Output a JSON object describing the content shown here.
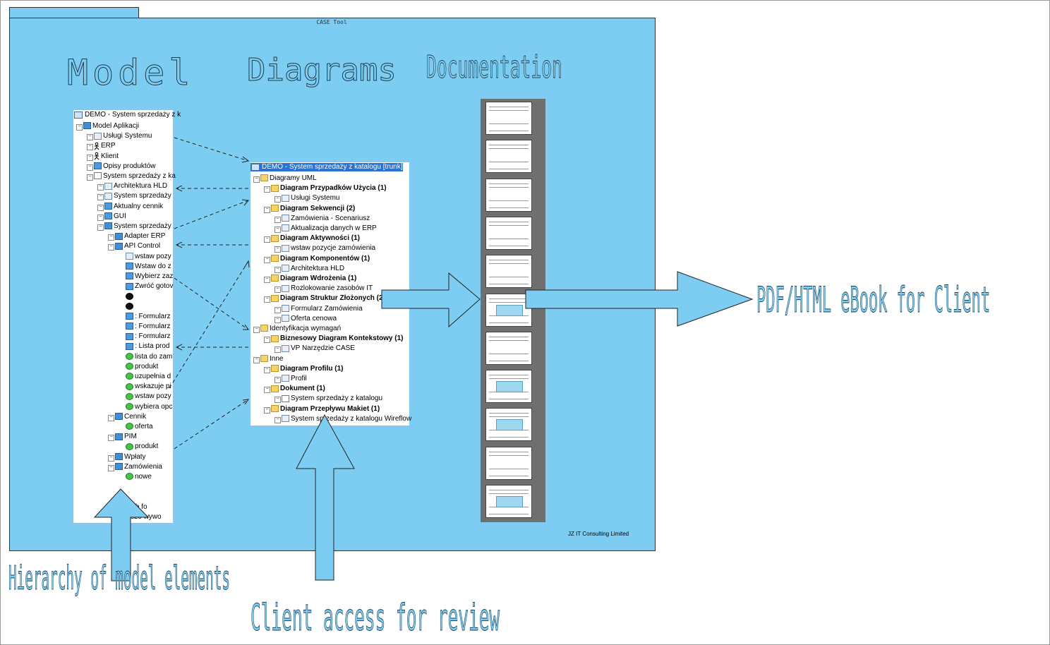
{
  "package": {
    "name": "CASE Tool",
    "footer": "JZ IT Consulting Limited"
  },
  "headings": {
    "model": "Model",
    "diagrams": "Diagrams",
    "documentation": "Documentation"
  },
  "callouts": {
    "hierarchy": "Hierarchy of model elements",
    "client_access": "Client access for review",
    "ebook": "PDF/HTML eBook for Client"
  },
  "model_tree": {
    "title": "DEMO - System sprzedaży z k",
    "nodes": [
      {
        "t": "Model Aplikacji",
        "d": 1,
        "i": "pkg"
      },
      {
        "t": "Usługi Systemu",
        "d": 2,
        "i": "diag"
      },
      {
        "t": "ERP",
        "d": 2,
        "i": "actor"
      },
      {
        "t": "Klient",
        "d": 2,
        "i": "actor"
      },
      {
        "t": "Opisy produktów",
        "d": 2,
        "i": "class"
      },
      {
        "t": "System sprzedaży z ka",
        "d": 2,
        "i": "doc"
      },
      {
        "t": "Architektura HLD",
        "d": 3,
        "i": "diag"
      },
      {
        "t": "System sprzedaży",
        "d": 3,
        "i": "diag"
      },
      {
        "t": "Aktualny cennik",
        "d": 3,
        "i": "class"
      },
      {
        "t": "GUI",
        "d": 3,
        "i": "class"
      },
      {
        "t": "System sprzedaży",
        "d": 3,
        "i": "pkg"
      },
      {
        "t": "Adapter ERP",
        "d": 4,
        "i": "pkg"
      },
      {
        "t": "API Control",
        "d": 4,
        "i": "pkg"
      },
      {
        "t": "wstaw pozy",
        "d": 5,
        "i": "diag"
      },
      {
        "t": "Wstaw do z",
        "d": 5,
        "i": "class"
      },
      {
        "t": "Wybierz zaz",
        "d": 5,
        "i": "class"
      },
      {
        "t": "Zwróć gotov",
        "d": 5,
        "i": "class"
      },
      {
        "t": "",
        "d": 5,
        "i": "dot"
      },
      {
        "t": "",
        "d": 5,
        "i": "dot"
      },
      {
        "t": ": Formularz",
        "d": 5,
        "i": "class"
      },
      {
        "t": ": Formularz",
        "d": 5,
        "i": "class"
      },
      {
        "t": ": Formularz",
        "d": 5,
        "i": "class"
      },
      {
        "t": ": Lista prod",
        "d": 5,
        "i": "class"
      },
      {
        "t": "lista do zam",
        "d": 5,
        "i": "green"
      },
      {
        "t": "produkt",
        "d": 5,
        "i": "green"
      },
      {
        "t": "uzupełnia d",
        "d": 5,
        "i": "green"
      },
      {
        "t": "wskazuje pi",
        "d": 5,
        "i": "green"
      },
      {
        "t": "wstaw pozy",
        "d": 5,
        "i": "green"
      },
      {
        "t": "wybiera opc",
        "d": 5,
        "i": "green"
      },
      {
        "t": "Cennik",
        "d": 4,
        "i": "pkg"
      },
      {
        "t": "oferta",
        "d": 5,
        "i": "green"
      },
      {
        "t": "PIM",
        "d": 4,
        "i": "pkg"
      },
      {
        "t": "produkt",
        "d": 5,
        "i": "green"
      },
      {
        "t": "Wpłaty",
        "d": 4,
        "i": "pkg"
      },
      {
        "t": "Zamówienia",
        "d": 4,
        "i": "pkg"
      },
      {
        "t": "nowe",
        "d": 5,
        "i": "green"
      },
      {
        "t": "",
        "d": 4,
        "i": "none"
      },
      {
        "t": "",
        "d": 4,
        "i": "none"
      },
      {
        "t": "plik (lub fo",
        "d": 4,
        "i": "none"
      },
      {
        "t": "andusze wywo",
        "d": 4,
        "i": "none"
      }
    ]
  },
  "diagram_tree": {
    "title": "DEMO - System sprzedaży z katalogu [trunk]",
    "nodes": [
      {
        "t": "Diagramy UML",
        "d": 1,
        "i": "folder",
        "b": false
      },
      {
        "t": "Diagram Przypadków Użycia (1)",
        "d": 2,
        "i": "folder",
        "b": true
      },
      {
        "t": "Usługi Systemu",
        "d": 3,
        "i": "diag",
        "b": false
      },
      {
        "t": "Diagram Sekwencji (2)",
        "d": 2,
        "i": "folder",
        "b": true
      },
      {
        "t": "Zamówienia - Scenariusz",
        "d": 3,
        "i": "diag",
        "b": false
      },
      {
        "t": "Aktualizacja danych w ERP",
        "d": 3,
        "i": "diag",
        "b": false
      },
      {
        "t": "Diagram Aktywności  (1)",
        "d": 2,
        "i": "folder",
        "b": true
      },
      {
        "t": "wstaw pozycje zamówienia",
        "d": 3,
        "i": "diag",
        "b": false
      },
      {
        "t": "Diagram Komponentów (1)",
        "d": 2,
        "i": "folder",
        "b": true
      },
      {
        "t": "Architektura HLD",
        "d": 3,
        "i": "diag",
        "b": false
      },
      {
        "t": "Diagram Wdrożenia  (1)",
        "d": 2,
        "i": "folder",
        "b": true
      },
      {
        "t": "Rozlokowanie zasobów IT",
        "d": 3,
        "i": "diag",
        "b": false
      },
      {
        "t": "Diagram Struktur Złożonych (2)",
        "d": 2,
        "i": "folder",
        "b": true
      },
      {
        "t": "Formularz Zamówienia",
        "d": 3,
        "i": "diag",
        "b": false
      },
      {
        "t": "Oferta cenowa",
        "d": 3,
        "i": "diag",
        "b": false
      },
      {
        "t": "Identyfikacja wymagań",
        "d": 1,
        "i": "folder",
        "b": false
      },
      {
        "t": "Biznesowy Diagram Kontekstowy  (1)",
        "d": 2,
        "i": "folder",
        "b": true
      },
      {
        "t": "VP Narzędzie CASE",
        "d": 3,
        "i": "diag",
        "b": false
      },
      {
        "t": "Inne",
        "d": 1,
        "i": "folder",
        "b": false
      },
      {
        "t": "Diagram Profilu (1)",
        "d": 2,
        "i": "folder",
        "b": true
      },
      {
        "t": "Profil",
        "d": 3,
        "i": "diag",
        "b": false
      },
      {
        "t": "Dokument (1)",
        "d": 2,
        "i": "folder",
        "b": true
      },
      {
        "t": "System sprzedaży z katalogu",
        "d": 3,
        "i": "doc",
        "b": false
      },
      {
        "t": "Diagram Przepływu Makiet (1)",
        "d": 2,
        "i": "folder",
        "b": true
      },
      {
        "t": "System sprzedaży z katalogu Wireflow",
        "d": 3,
        "i": "diag",
        "b": false
      }
    ]
  },
  "doc_pages": {
    "count": 11
  },
  "colors": {
    "package_fill": "#7dcdf3",
    "selection": "#2a72d4"
  }
}
